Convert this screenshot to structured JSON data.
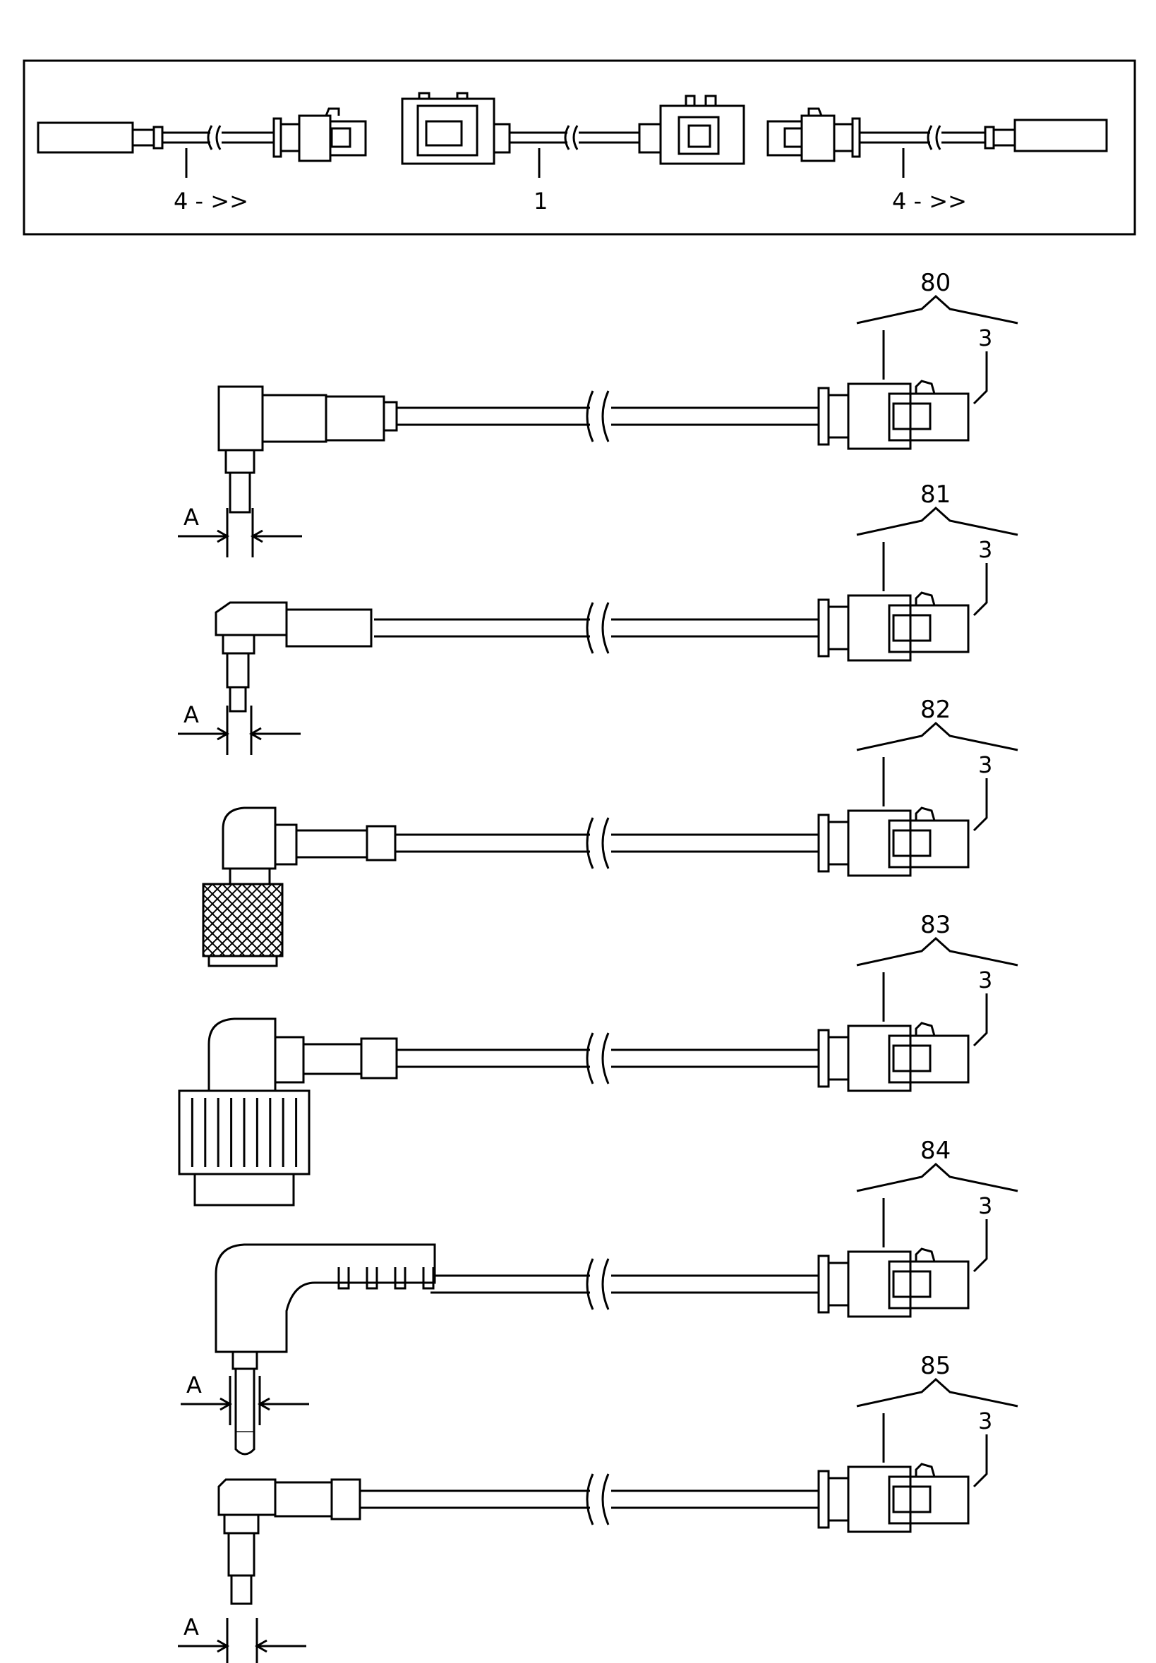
{
  "overview": {
    "label_left": "4 - >>",
    "label_center": "1",
    "label_right": "4 - >>"
  },
  "cables": [
    {
      "number": "80",
      "sub_label": "3",
      "dim_label": "A",
      "plug_type": "angled-pin"
    },
    {
      "number": "81",
      "sub_label": "3",
      "dim_label": "A",
      "plug_type": "angled-small-pin"
    },
    {
      "number": "82",
      "sub_label": "3",
      "plug_type": "angled-knurled-nut"
    },
    {
      "number": "83",
      "sub_label": "3",
      "plug_type": "angled-ribbed-nut"
    },
    {
      "number": "84",
      "sub_label": "3",
      "dim_label": "A",
      "plug_type": "angled-jack"
    },
    {
      "number": "85",
      "sub_label": "3",
      "dim_label": "A",
      "plug_type": "angled-pin-short"
    }
  ],
  "colors": {
    "line": "#000000",
    "background": "#ffffff"
  }
}
